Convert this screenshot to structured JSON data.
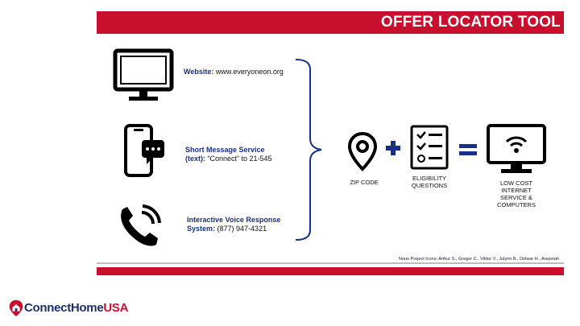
{
  "title": "OFFER LOCATOR TOOL",
  "channels": [
    {
      "label": "Website:",
      "value": "www.everyoneon.org",
      "icon": "monitor-icon"
    },
    {
      "label": "Short Message Service (text):",
      "label_line1": "Short Message Service",
      "label_line2": "(text):",
      "value": "“Connect” to 21-545",
      "icon": "smartphone-chat-icon"
    },
    {
      "label": "Interactive Voice Response System:",
      "label_line1": "Interactive Voice Response",
      "label_line2": "System:",
      "value": "(877) 947-4321",
      "icon": "phone-call-icon"
    }
  ],
  "equation": {
    "step1": {
      "label": "ZIP CODE",
      "icon": "map-pin-icon"
    },
    "plus": "+",
    "step2": {
      "label_line1": "ELIGIBILITY",
      "label_line2": "QUESTIONS",
      "icon": "checklist-icon"
    },
    "equals": "=",
    "result": {
      "label_line1": "LOW COST",
      "label_line2": "INTERNET",
      "label_line3": "SERVICE  &",
      "label_line4": "COMPUTERS",
      "icon": "wifi-monitor-icon"
    }
  },
  "credits": "Noun Project Icons: Arthur S., Gregor C., Viktor V., Julynn B., Delwar H., Arejoriah",
  "brand": {
    "name_part1": "ConnectHome",
    "name_part2": "USA"
  },
  "colors": {
    "accent_red": "#c8102e",
    "navy": "#1a2f8a"
  }
}
